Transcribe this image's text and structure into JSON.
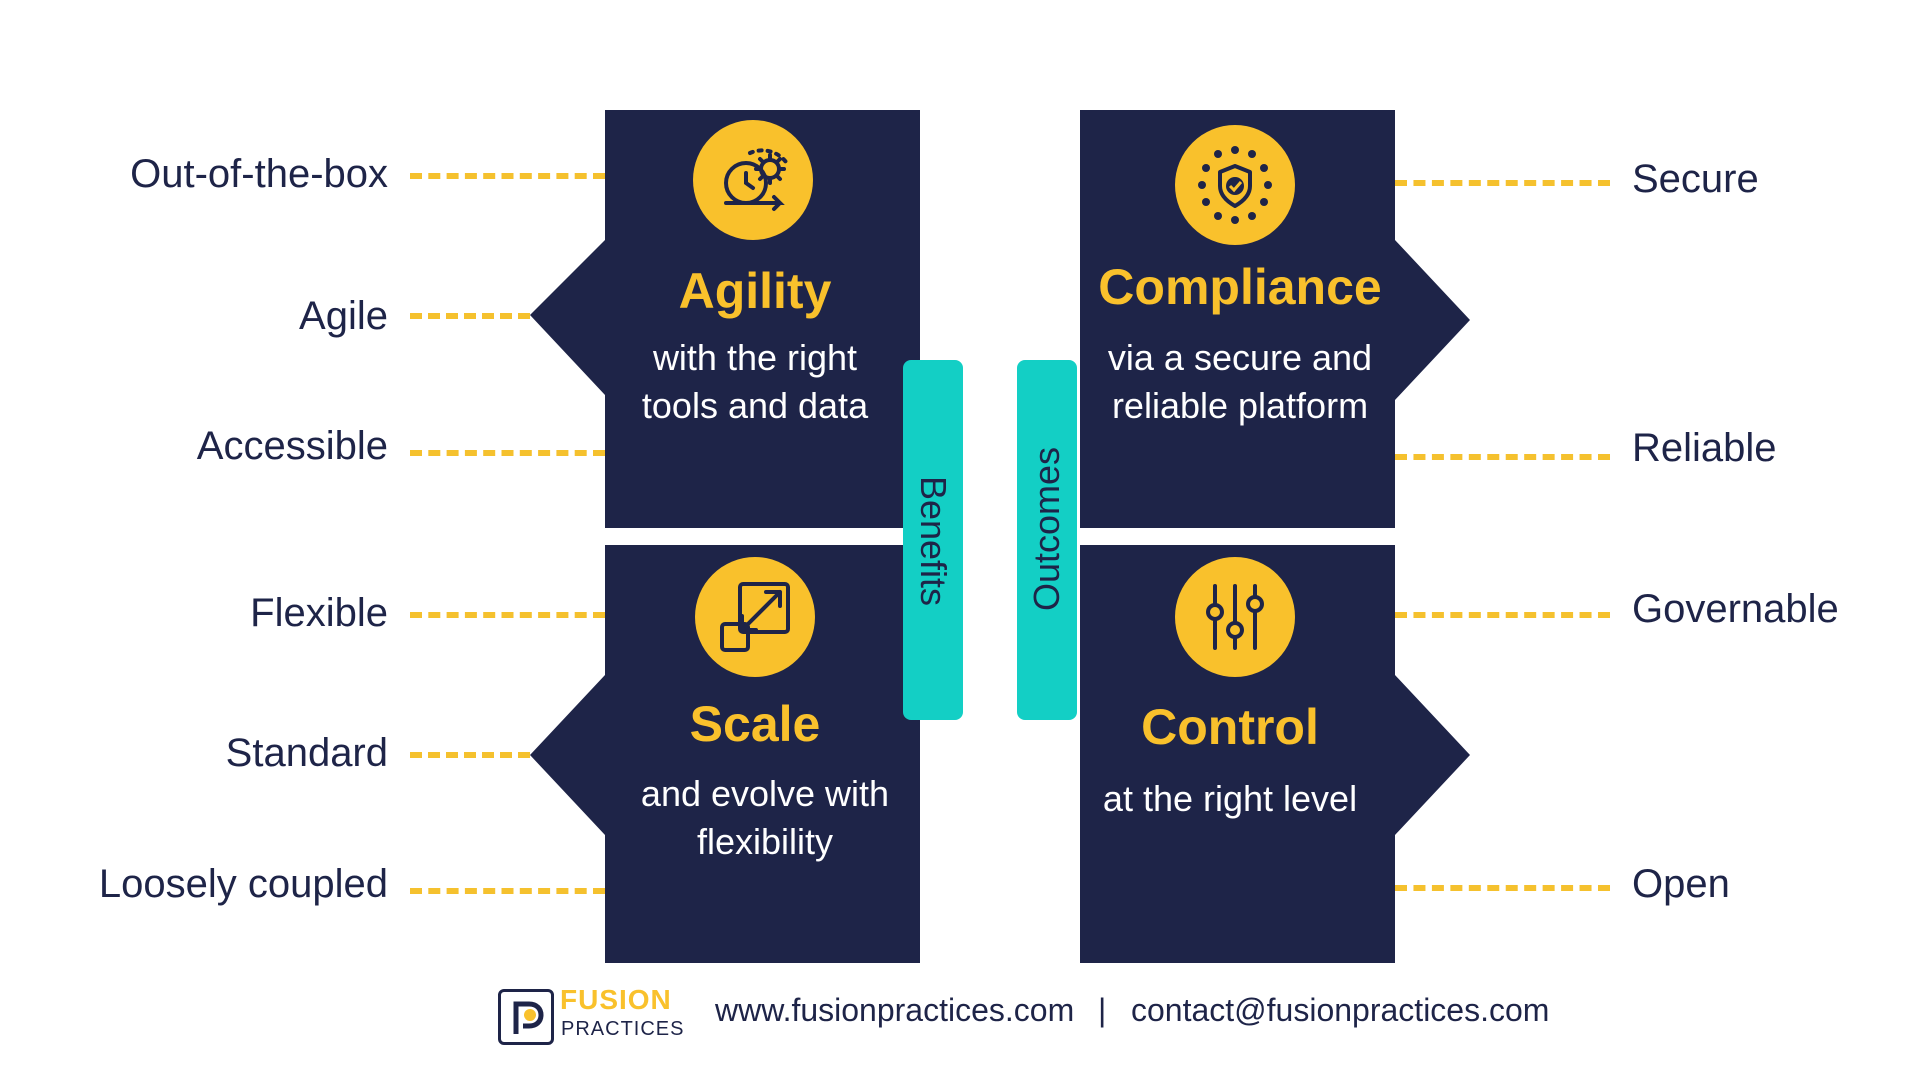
{
  "left_labels": [
    "Out-of-the-box",
    "Agile",
    "Accessible",
    "Flexible",
    "Standard",
    "Loosely coupled"
  ],
  "right_labels": [
    "Secure",
    "Reliable",
    "Governable",
    "Open"
  ],
  "panels": {
    "agility": {
      "title": "Agility",
      "text": "with the right tools and data",
      "icon": "agility-gears-clock-icon"
    },
    "scale": {
      "title": "Scale",
      "text": "and evolve with flexibility",
      "icon": "resize-arrows-icon"
    },
    "compliance": {
      "title": "Compliance",
      "text": "via a secure and reliable platform",
      "icon": "shield-stars-icon"
    },
    "control": {
      "title": "Control",
      "text": "at the right level",
      "icon": "slider-controls-icon"
    }
  },
  "tabs": {
    "left": "Benefits",
    "right": "Outcomes"
  },
  "footer": {
    "logo_line1": "FUSION",
    "logo_line2": "PRACTICES",
    "website": "www.fusionpractices.com",
    "separator": "|",
    "email": "contact@fusionpractices.com"
  },
  "colors": {
    "navy": "#1e2448",
    "yellow": "#f9c12c",
    "teal": "#13cfc5",
    "white": "#ffffff"
  }
}
